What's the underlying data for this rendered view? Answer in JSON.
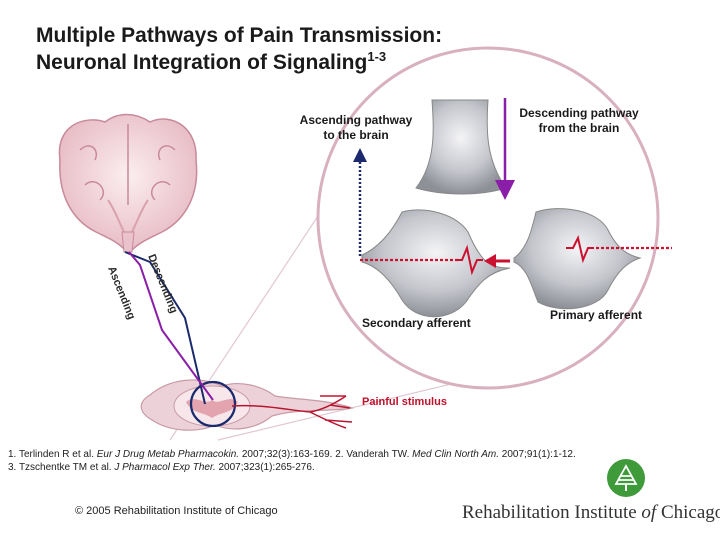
{
  "title": {
    "line1": "Multiple Pathways of Pain Transmission:",
    "line2": "Neuronal Integration of Signaling",
    "line2_superscript": "1-3"
  },
  "labels": {
    "ascending_pathway": [
      "Ascending pathway",
      "to the brain"
    ],
    "descending_pathway": [
      "Descending pathway",
      "from the brain"
    ],
    "secondary_afferent": "Secondary afferent",
    "primary_afferent": "Primary afferent",
    "painful_stimulus": "Painful stimulus",
    "ascending_tract": "Ascending",
    "descending_tract": "Descending"
  },
  "references": {
    "ref1_authors": "1. Terlinden R et al.",
    "ref1_journal": "Eur J Drug Metab Pharmacokin.",
    "ref1_details": "2007;32(3):163-169.",
    "ref2_authors": "2. Vanderah TW.",
    "ref2_journal": "Med Clin North Am.",
    "ref2_details": "2007;91(1):1-12.",
    "ref3_authors": "3. Tzschentke TM et al.",
    "ref3_journal": "J Pharmacol Exp Ther.",
    "ref3_details": "2007;323(1):265-276."
  },
  "footer": {
    "copyright": "© 2005 Rehabilitation Institute of Chicago",
    "logo_text_main": "Rehabilitation Institute ",
    "logo_text_italic": "of",
    "logo_text_end": " Chicago",
    "logo_icon": "tree-in-circle-icon"
  },
  "colors": {
    "ascending_path": "#1a2a6c",
    "descending_path": "#8a1ea8",
    "red_signal": "#cc1030",
    "logo_green": "#3f9a3a",
    "zoom_circle": "#d8b0c0"
  }
}
